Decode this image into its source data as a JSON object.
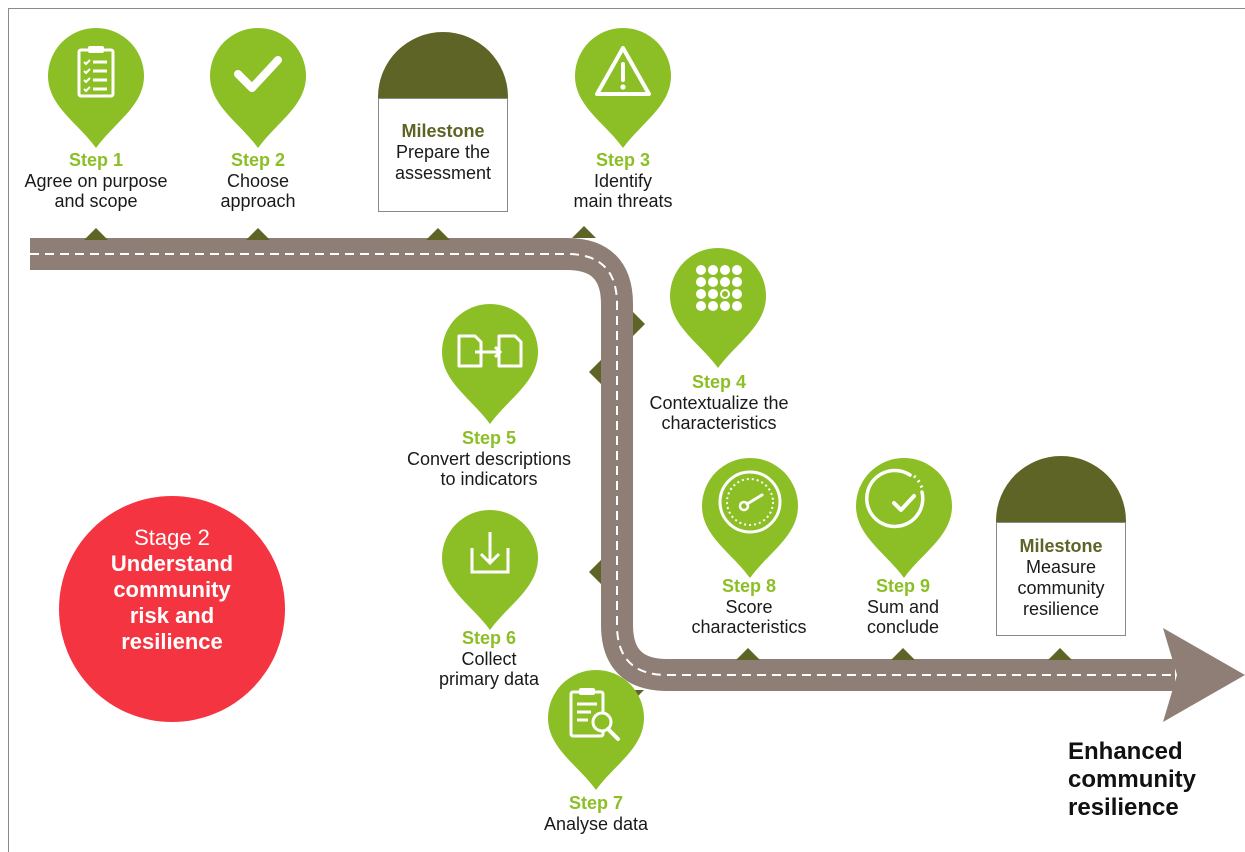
{
  "colors": {
    "road": "#8e7e76",
    "pin_green": "#8cbf26",
    "milestone_dark": "#5e6326",
    "stage_red": "#f53442"
  },
  "steps": [
    {
      "id": 1,
      "step": "Step 1",
      "desc_lines": [
        "Agree on purpose",
        "and scope"
      ],
      "icon": "clipboard-checklist-icon"
    },
    {
      "id": 2,
      "step": "Step 2",
      "desc_lines": [
        "Choose",
        "approach"
      ],
      "icon": "checkmark-icon"
    },
    {
      "id": 3,
      "step": "Step 3",
      "desc_lines": [
        "Identify",
        "main threats"
      ],
      "icon": "warning-triangle-icon"
    },
    {
      "id": 4,
      "step": "Step 4",
      "desc_lines": [
        "Contextualize the",
        "characteristics"
      ],
      "icon": "dot-grid-icon"
    },
    {
      "id": 5,
      "step": "Step 5",
      "desc_lines": [
        "Convert descriptions",
        "to indicators"
      ],
      "icon": "convert-documents-icon"
    },
    {
      "id": 6,
      "step": "Step 6",
      "desc_lines": [
        "Collect",
        "primary data"
      ],
      "icon": "download-tray-icon"
    },
    {
      "id": 7,
      "step": "Step 7",
      "desc_lines": [
        "Analyse data"
      ],
      "icon": "clipboard-magnifier-icon"
    },
    {
      "id": 8,
      "step": "Step 8",
      "desc_lines": [
        "Score",
        "characteristics"
      ],
      "icon": "gauge-icon"
    },
    {
      "id": 9,
      "step": "Step 9",
      "desc_lines": [
        "Sum and",
        "conclude"
      ],
      "icon": "progress-check-icon"
    }
  ],
  "milestones": [
    {
      "title": "Milestone",
      "desc_lines": [
        "Prepare the",
        "assessment"
      ]
    },
    {
      "title": "Milestone",
      "desc_lines": [
        "Measure",
        "community",
        "resilience"
      ]
    }
  ],
  "stage": {
    "line1": "Stage 2",
    "bold_lines": [
      "Understand",
      "community",
      "risk and",
      "resilience"
    ]
  },
  "outcome": {
    "lines": [
      "Enhanced",
      "community",
      "resilience"
    ]
  }
}
